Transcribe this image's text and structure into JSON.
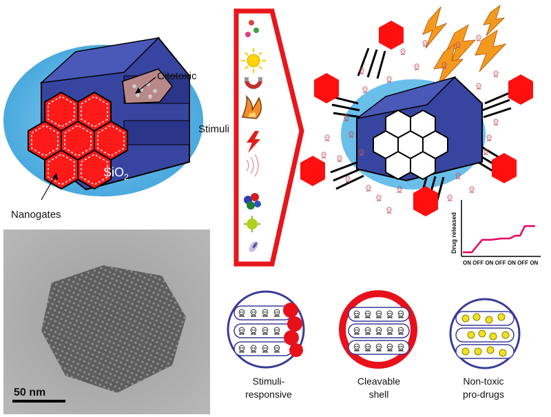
{
  "labels": {
    "cytotoxic": "Citotoxic",
    "nanogates": "Nanogates",
    "silica": "SiO",
    "silica_sub": "2",
    "stimuli": "Stimuli",
    "scale_bar": "50 nm"
  },
  "release_chart": {
    "ylabel": "Drug released",
    "xlabel": "ON OFF ON OFF ON OFF ON"
  },
  "strategies": [
    {
      "line1": "Stimuli-",
      "line2": "responsive"
    },
    {
      "line1": "Cleavable",
      "line2": "shell"
    },
    {
      "line1": "Non-toxic",
      "line2": "pro-drugs"
    }
  ],
  "stimuli_icons": [
    "ions-icon",
    "light-icon",
    "magnet-icon",
    "heat-icon",
    "electric-icon",
    "ultrasound-icon",
    "enzyme-icon",
    "biomolecule-icon",
    "molecule-icon"
  ],
  "colors": {
    "gate_red": "#ff1a1a",
    "channel_blue": "#3845a0",
    "halo_blue": "#5ab8e8",
    "release_line": "#e8005a"
  }
}
